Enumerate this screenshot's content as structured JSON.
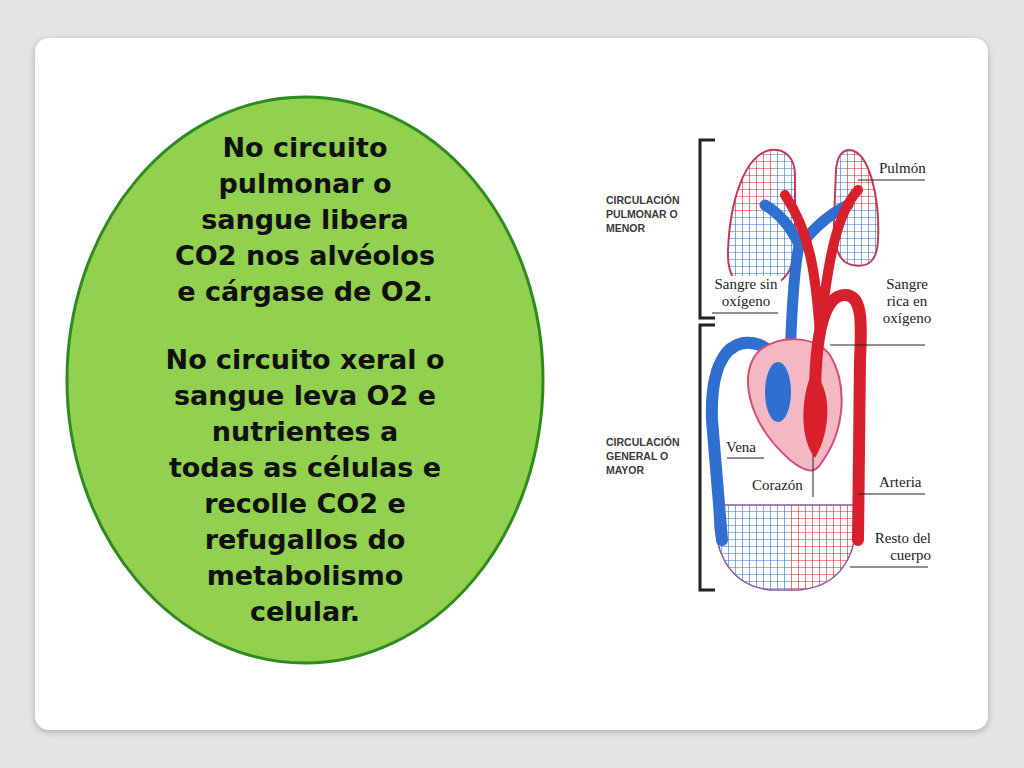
{
  "diagram": {
    "nodes": [
      {
        "text": [
          "No circuito pulmonar o sangue libera CO2 nos alvéolos e cárgase de O2.",
          "No circuito xeral o sangue leva O2 e nutrientes a todas as células e recolle CO2 e refugallos do metabolismo celular."
        ]
      }
    ],
    "labels": [
      "CIRCULACIÓN PULMONAR O MENOR",
      "Pulmón",
      "Sangre sin oxígeno",
      "Sangre rica en oxígeno",
      "CIRCULACIÓN GENERAL O MAYOR",
      "Vena",
      "Corazón",
      "Arteria",
      "Resto del cuerpo"
    ]
  }
}
